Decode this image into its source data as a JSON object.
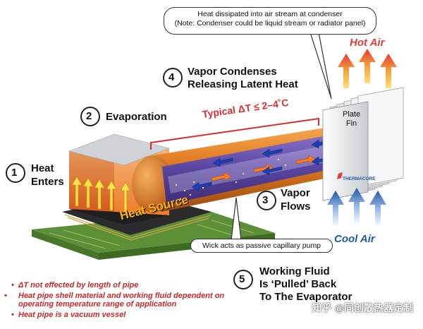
{
  "callout_top": {
    "line1": "Heat dissipated into air stream at condenser",
    "line2": "(Note: Condenser could be liquid stream or radiator panel)"
  },
  "hot_air": "Hot Air",
  "cool_air": "Cool Air",
  "step4": {
    "number": "4",
    "line1": "Vapor Condenses",
    "line2": "Releasing Latent Heat"
  },
  "step2": {
    "number": "2",
    "label": "Evaporation"
  },
  "delta_t": "Typical ΔT ≤ 2–4˚C",
  "plate_fin": {
    "line1": "Plate",
    "line2": "Fin"
  },
  "brand": "THERMACORE",
  "step1": {
    "number": "1",
    "line1": "Heat",
    "line2": "Enters"
  },
  "step3": {
    "number": "3",
    "line1": "Vapor",
    "line2": "Flows"
  },
  "heat_source": "Heat Source",
  "wick_callout": "Wick acts as passive capillary pump",
  "step5": {
    "number": "5",
    "line1": "Working Fluid",
    "line2": "Is ‘Pulled’ Back",
    "line3": "To The Evaporator"
  },
  "notes": [
    "ΔT not effected by length of pipe",
    "Heat pipe shell material and working fluid dependent on operating temperature range of application",
    "Heat pipe is a vacuum vessel"
  ],
  "watermark": "知乎 @同创散热器定制",
  "colors": {
    "hot_air": "#e53935",
    "cool_air": "#1e5aa8",
    "note_red": "#c62828",
    "pipe_orange": "#e07a1f",
    "wick_purple": "#6a55b0",
    "heat_source_orange": "#f59a4a",
    "board_green": "#4f7d2f"
  }
}
